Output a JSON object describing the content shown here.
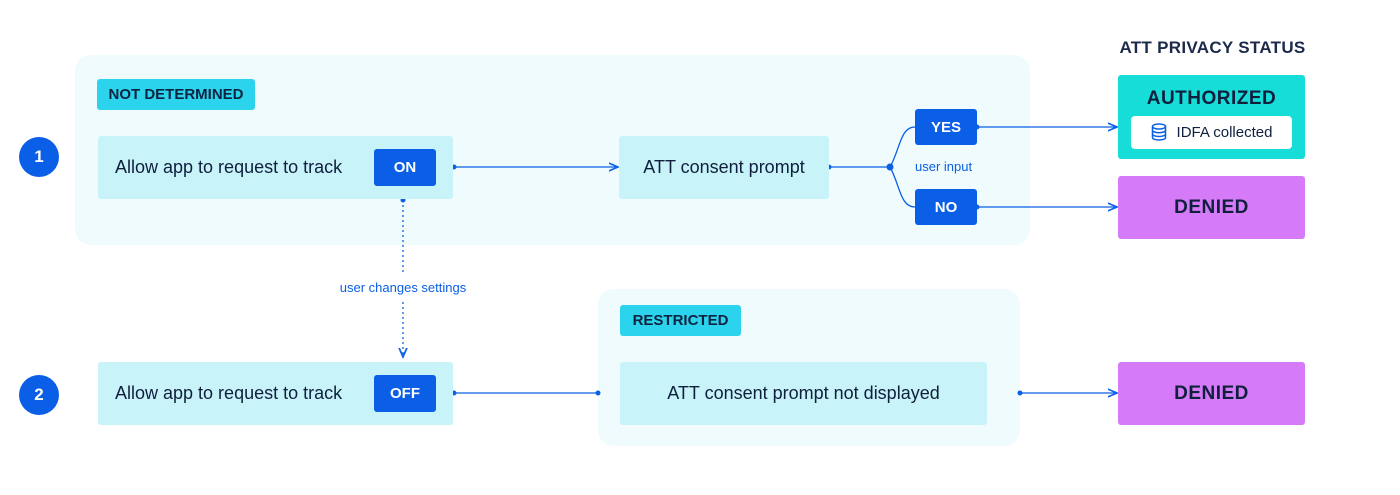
{
  "header": {
    "title": "ATT PRIVACY STATUS"
  },
  "flow1": {
    "step": "1",
    "state_tag": "NOT DETERMINED",
    "setting_label": "Allow app to request to track",
    "toggle": "ON",
    "prompt": "ATT consent prompt",
    "yes": "YES",
    "no": "NO",
    "input_label": "user input",
    "authorized": "AUTHORIZED",
    "idfa": "IDFA collected",
    "denied": "DENIED"
  },
  "transition_label": "user changes settings",
  "flow2": {
    "step": "2",
    "state_tag": "RESTRICTED",
    "setting_label": "Allow app to request to track",
    "toggle": "OFF",
    "prompt": "ATT consent prompt not displayed",
    "denied": "DENIED"
  },
  "colors": {
    "accent": "#0a5fe6",
    "panel": "#effbfd",
    "box": "#c8f3f9",
    "tag": "#2bd3ec",
    "authorized": "#16ddd8",
    "denied": "#d67bf7"
  },
  "icons": {
    "database": "database-icon"
  }
}
